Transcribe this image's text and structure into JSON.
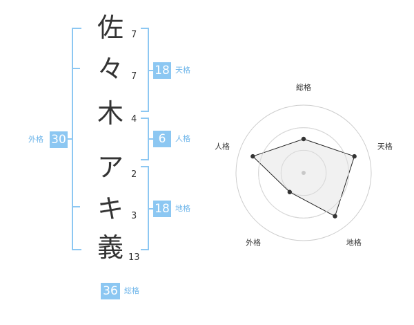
{
  "name_chars": [
    {
      "char": "佐",
      "strokes": "7"
    },
    {
      "char": "々",
      "strokes": "7"
    },
    {
      "char": "木",
      "strokes": "4"
    },
    {
      "char": "ア",
      "strokes": "2"
    },
    {
      "char": "キ",
      "strokes": "3"
    },
    {
      "char": "義",
      "strokes": "13"
    }
  ],
  "scores": {
    "tenkaku": {
      "value": "18",
      "label": "天格"
    },
    "jinkaku": {
      "value": "6",
      "label": "人格"
    },
    "chikaku": {
      "value": "18",
      "label": "地格"
    },
    "gaikaku": {
      "value": "30",
      "label": "外格"
    },
    "soukaku": {
      "value": "36",
      "label": "総格"
    }
  },
  "colors": {
    "accent": "#8cc7f2",
    "label": "#6fb6ea",
    "polygon_fill": "#efefef",
    "polygon_stroke": "#222222",
    "grid": "#cccccc"
  },
  "chart_data": {
    "type": "radar",
    "axes": [
      "総格",
      "天格",
      "地格",
      "外格",
      "人格"
    ],
    "values": [
      0.5,
      0.79,
      0.79,
      0.35,
      0.79
    ],
    "rings": 3,
    "range": [
      0,
      1
    ]
  }
}
